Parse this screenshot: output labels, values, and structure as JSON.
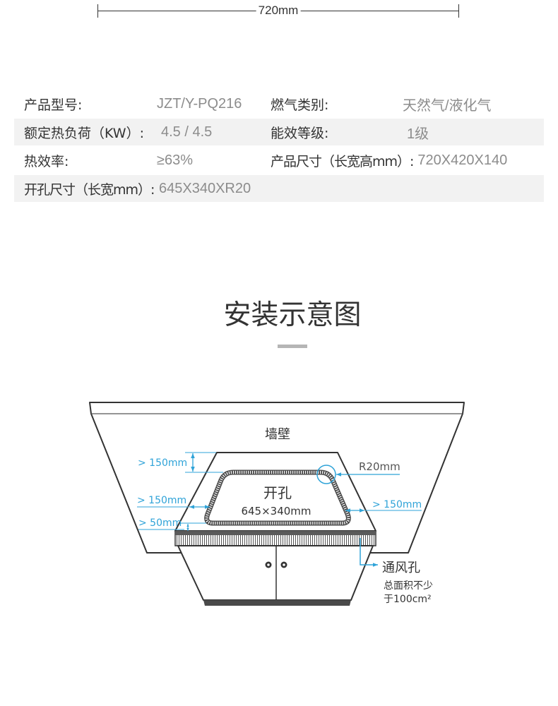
{
  "top_dimension": {
    "label": "720mm"
  },
  "specs": {
    "rows": [
      {
        "left": {
          "label": "产品型号:",
          "value": "JZT/Y-PQ216"
        },
        "right": {
          "label": "燃气类别:",
          "value": "天然气/液化气"
        }
      },
      {
        "left": {
          "label": "额定热负荷（KW）:",
          "value": "4.5 / 4.5"
        },
        "right": {
          "label": "能效等级:",
          "value": "1级"
        }
      },
      {
        "left": {
          "label": "热效率:",
          "value": "≥63%"
        },
        "right": {
          "label": "产品尺寸（长宽高mm）:",
          "value": "720X420X140"
        }
      },
      {
        "left": {
          "label": "开孔尺寸（长宽mm）:",
          "value": "645X340XR20"
        }
      }
    ]
  },
  "install_section": {
    "title": "安装示意图"
  },
  "diagram": {
    "wall_label": "墙壁",
    "cutout": {
      "label": "开孔",
      "size": "645×340mm"
    },
    "clearances": {
      "back": "> 150mm",
      "left": "> 150mm",
      "right": "> 150mm",
      "front": "> 50mm"
    },
    "corner_radius": "R20mm",
    "vent": {
      "label": "通风孔",
      "note_line1": "总面积不少",
      "note_line2": "于100cm²"
    }
  },
  "colors": {
    "text": "#333333",
    "value_text": "#8c8c8c",
    "row_alt_bg": "#f2f2f2",
    "accent": "#2fa3d8",
    "title_bar": "#b5b5b5"
  }
}
